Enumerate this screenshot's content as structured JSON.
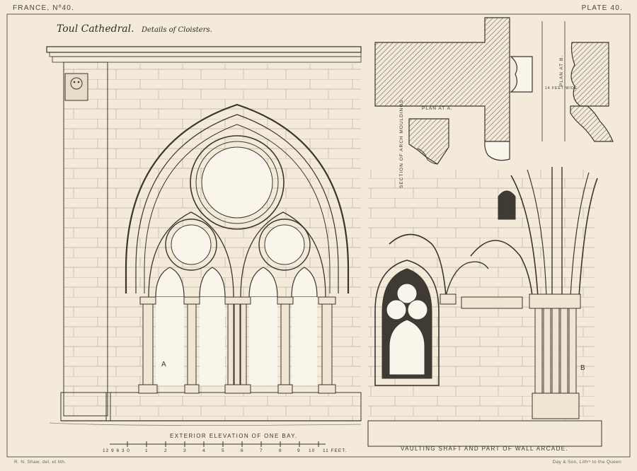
{
  "header": {
    "series": "FRANCE, Nº40.",
    "plate": "PLATE 40."
  },
  "title": {
    "main": "Toul Cathedral.",
    "sub": "Details of Cloisters."
  },
  "labels": {
    "elevation_caption": "EXTERIOR ELEVATION OF ONE BAY.",
    "vaulting_caption": "VAULTING SHAFT AND PART OF WALL ARCADE.",
    "plan_a": "PLAN AT A.",
    "plan_b": "PLAN AT B.",
    "section_arch": "SECTION OF ARCH MOULDINGS.",
    "fourteen_feet": "14 FEET WIDE",
    "marker_a": "A",
    "marker_b": "B"
  },
  "scale": {
    "left_ticks": "12 9 6 3 0",
    "numbers": [
      "1",
      "2",
      "3",
      "4",
      "5",
      "6",
      "7",
      "8",
      "9",
      "10"
    ],
    "last": "11 FEET."
  },
  "credits": {
    "left": "R. N. Shaw, del. et lith.",
    "right": "Day & Son, Lithʳˢ to the Queen"
  },
  "colors": {
    "paper": "#f3ead9",
    "ink": "#3a3530",
    "hatch": "#6b655e"
  }
}
